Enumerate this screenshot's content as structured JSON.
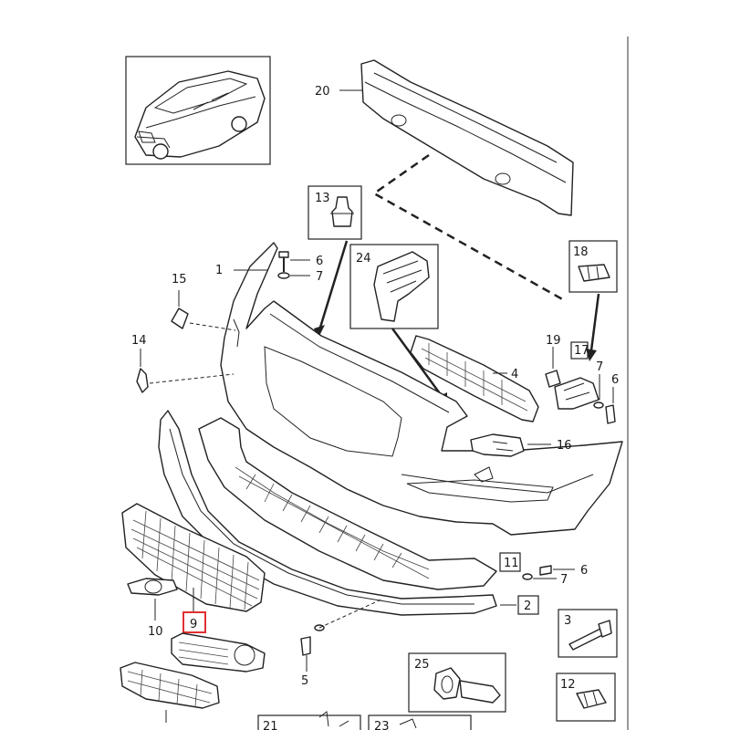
{
  "callouts": {
    "c1": "1",
    "c2": "2",
    "c3": "3",
    "c4": "4",
    "c5": "5",
    "c6a": "6",
    "c6b": "6",
    "c6c": "6",
    "c7a": "7",
    "c7b": "7",
    "c7c": "7",
    "c9": "9",
    "c10": "10",
    "c11": "11",
    "c12": "12",
    "c13": "13",
    "c14": "14",
    "c15": "15",
    "c16": "16",
    "c17": "17",
    "c18": "18",
    "c19": "19",
    "c20": "20",
    "c21": "21",
    "c23": "23",
    "c24": "24",
    "c25": "25"
  },
  "highlight_color": "#e03030"
}
